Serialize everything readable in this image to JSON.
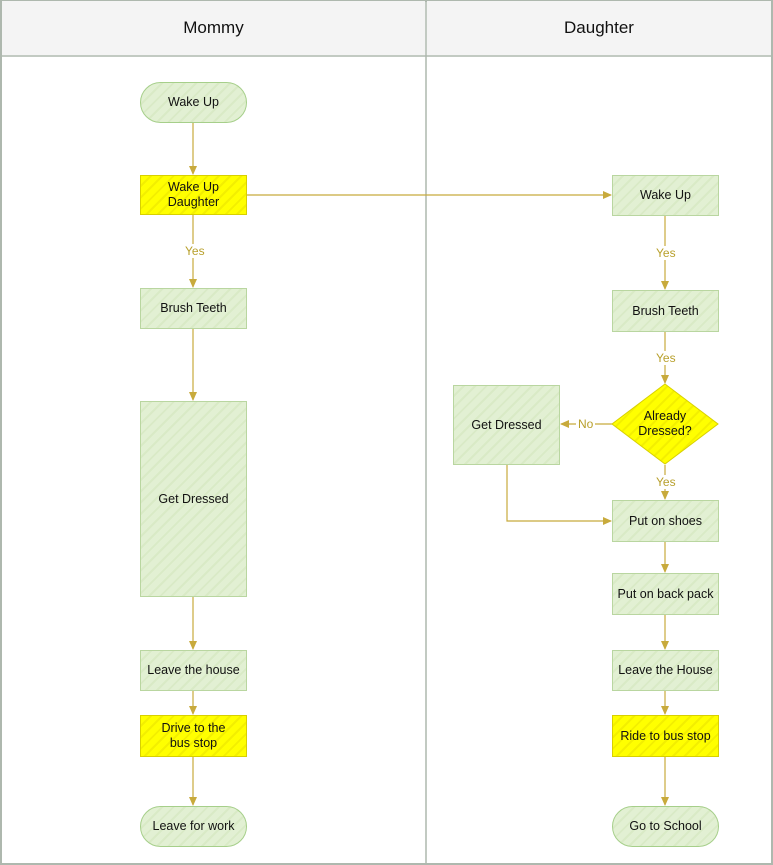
{
  "lanes": [
    {
      "title": "Mommy"
    },
    {
      "title": "Daughter"
    }
  ],
  "mommy": {
    "wake_up": "Wake Up",
    "wake_daughter": "Wake Up Daughter",
    "brush_teeth": "Brush Teeth",
    "get_dressed": "Get Dressed",
    "leave_house": "Leave the house",
    "drive_bus_stop": "Drive to the bus stop",
    "leave_work": "Leave for work"
  },
  "daughter": {
    "wake_up": "Wake Up",
    "brush_teeth": "Brush Teeth",
    "already_dressed": "Already Dressed?",
    "get_dressed": "Get Dressed",
    "put_on_shoes": "Put on shoes",
    "put_on_backpack": "Put on back pack",
    "leave_house": "Leave the House",
    "ride_bus_stop": "Ride to bus stop",
    "go_school": "Go to School"
  },
  "edge_labels": {
    "yes_1": "Yes",
    "yes_2": "Yes",
    "yes_3": "Yes",
    "yes_4": "Yes",
    "no_1": "No"
  },
  "colors": {
    "process_fill": "#e2f0d3",
    "highlight_fill": "#ffff00",
    "connector": "#c8aa3c",
    "border": "#aeb8ae"
  }
}
